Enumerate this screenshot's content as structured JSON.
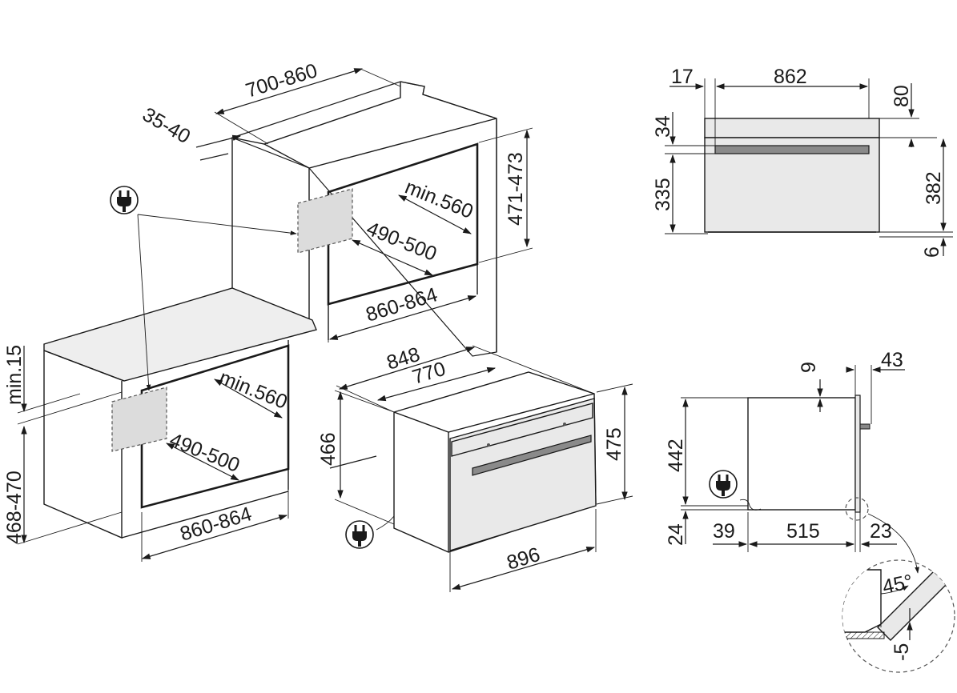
{
  "installation_diagram": {
    "column_unit": {
      "width_range": "700-860",
      "depth_gap": "35-40",
      "niche_height": "471-473",
      "niche_depth_min": "min.560",
      "niche_depth": "490-500",
      "niche_width": "860-864"
    },
    "under_counter": {
      "gap_min": "min.15",
      "niche_height": "468-470",
      "niche_depth_min": "min.560",
      "niche_depth": "490-500",
      "niche_width": "860-864"
    },
    "appliance": {
      "depth_total": "848",
      "depth_body": "770",
      "height_body": "466",
      "height_front": "475",
      "width_front": "896"
    },
    "front_view": {
      "side_offset": "17",
      "width": "862",
      "top_height": "80",
      "panel_height": "34",
      "body_height": "335",
      "front_height": "382",
      "bottom_gap": "6"
    },
    "side_view": {
      "top_gap": "9",
      "door_depth": "43",
      "height": "442",
      "foot_height": "24",
      "front_offset": "39",
      "body_depth": "515",
      "rear_offset": "23"
    },
    "detail": {
      "angle": "45°",
      "offset": "-5"
    }
  },
  "icons": {
    "plug": "power-plug-icon"
  }
}
